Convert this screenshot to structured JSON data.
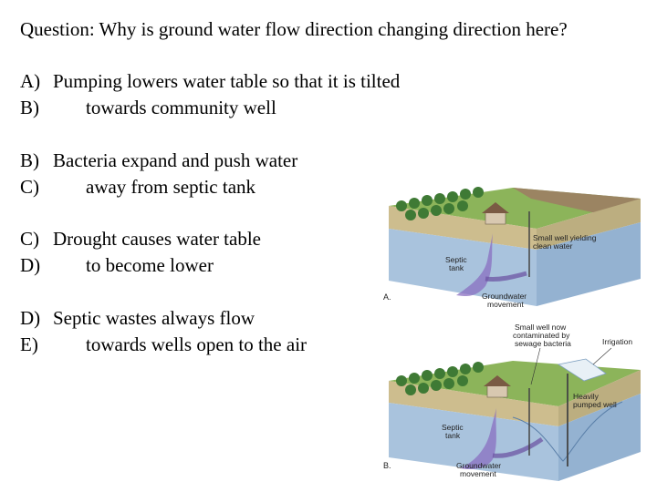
{
  "question": "Question:  Why is ground water flow direction changing direction here?",
  "options": [
    {
      "label1": "A)",
      "text1": "Pumping lowers water table so that it is tilted",
      "label2": "B)",
      "text2": "towards community well"
    },
    {
      "label1": "B)",
      "text1": "Bacteria expand and push water",
      "label2": "C)",
      "text2": "away from septic tank"
    },
    {
      "label1": "C)",
      "text1": "Drought causes water table",
      "label2": "D)",
      "text2": "to become lower"
    },
    {
      "label1": "D)",
      "text1": "Septic wastes always flow",
      "label2": "E)",
      "text2": "towards wells open to the air"
    }
  ],
  "figure": {
    "panel_a": {
      "letter": "A.",
      "labels": {
        "small_well_1": "Small well yielding",
        "small_well_2": "clean water",
        "septic_1": "Septic",
        "septic_2": "tank",
        "gw_1": "Groundwater",
        "gw_2": "movement"
      }
    },
    "panel_b": {
      "letter": "B.",
      "labels": {
        "contam_1": "Small well now",
        "contam_2": "contaminated by",
        "contam_3": "sewage bacteria",
        "irrigation": "Irrigation",
        "heavy_1": "Heavily",
        "heavy_2": "pumped well",
        "septic_1": "Septic",
        "septic_2": "tank",
        "gw_1": "Groundwater",
        "gw_2": "movement"
      }
    },
    "colors": {
      "grass": "#8cb45a",
      "soil_top": "#cdbd8e",
      "aquifer": "#a9c3dd",
      "plume": "#8a6fc0",
      "trees": "#3f7a35",
      "brown_field": "#9b8462"
    }
  }
}
